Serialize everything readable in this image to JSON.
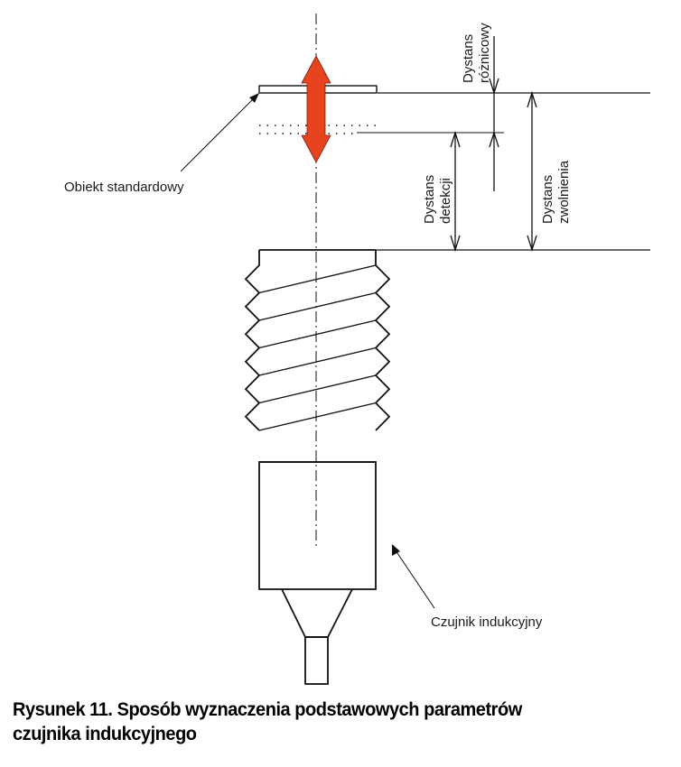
{
  "diagram": {
    "labels": {
      "standard_object": "Obiekt standardowy",
      "inductive_sensor": "Czujnik indukcyjny",
      "differential_distance": [
        "Dystans",
        "różnicowy"
      ],
      "detection_distance": [
        "Dystans",
        "detekcji"
      ],
      "release_distance": [
        "Dystans",
        "zwolnienia"
      ]
    },
    "colors": {
      "motion_arrow": "#e8431f",
      "line": "#111111"
    },
    "thread_turns": 6
  },
  "caption": {
    "line1": "Rysunek 11. Sposób wyznaczenia podstawowych parametrów",
    "line2": "czujnika indukcyjnego"
  }
}
